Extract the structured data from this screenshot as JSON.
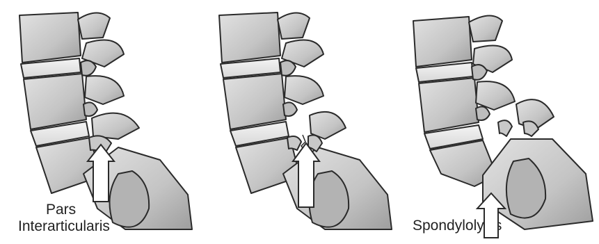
{
  "labels": {
    "pars_line1": "Pars",
    "pars_line2": "Interarticularis",
    "spondylolysis": "Spondylolysis"
  },
  "colors": {
    "bone_fill": "#d2d2d2",
    "bone_shade": "#a9a9a9",
    "bone_dark": "#8a8a8a",
    "outline": "#2a2a2a",
    "arrow_fill": "#ffffff"
  }
}
